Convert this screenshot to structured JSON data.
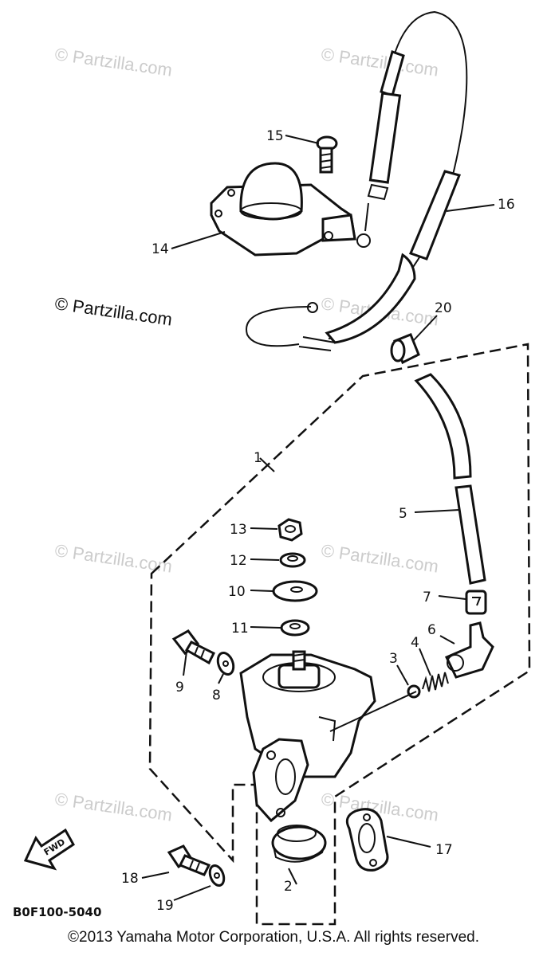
{
  "watermarks": {
    "small": "© Partzilla.com",
    "prominent": "© Partzilla.com"
  },
  "callouts": [
    "1",
    "2",
    "3",
    "4",
    "5",
    "6",
    "7",
    "8",
    "9",
    "10",
    "11",
    "12",
    "13",
    "14",
    "15",
    "16",
    "17",
    "18",
    "19",
    "20"
  ],
  "diagram_code": "B0F100-5040",
  "fwd_label": "FWD",
  "copyright": "©2013 Yamaha Motor Corporation, U.S.A. All rights reserved."
}
